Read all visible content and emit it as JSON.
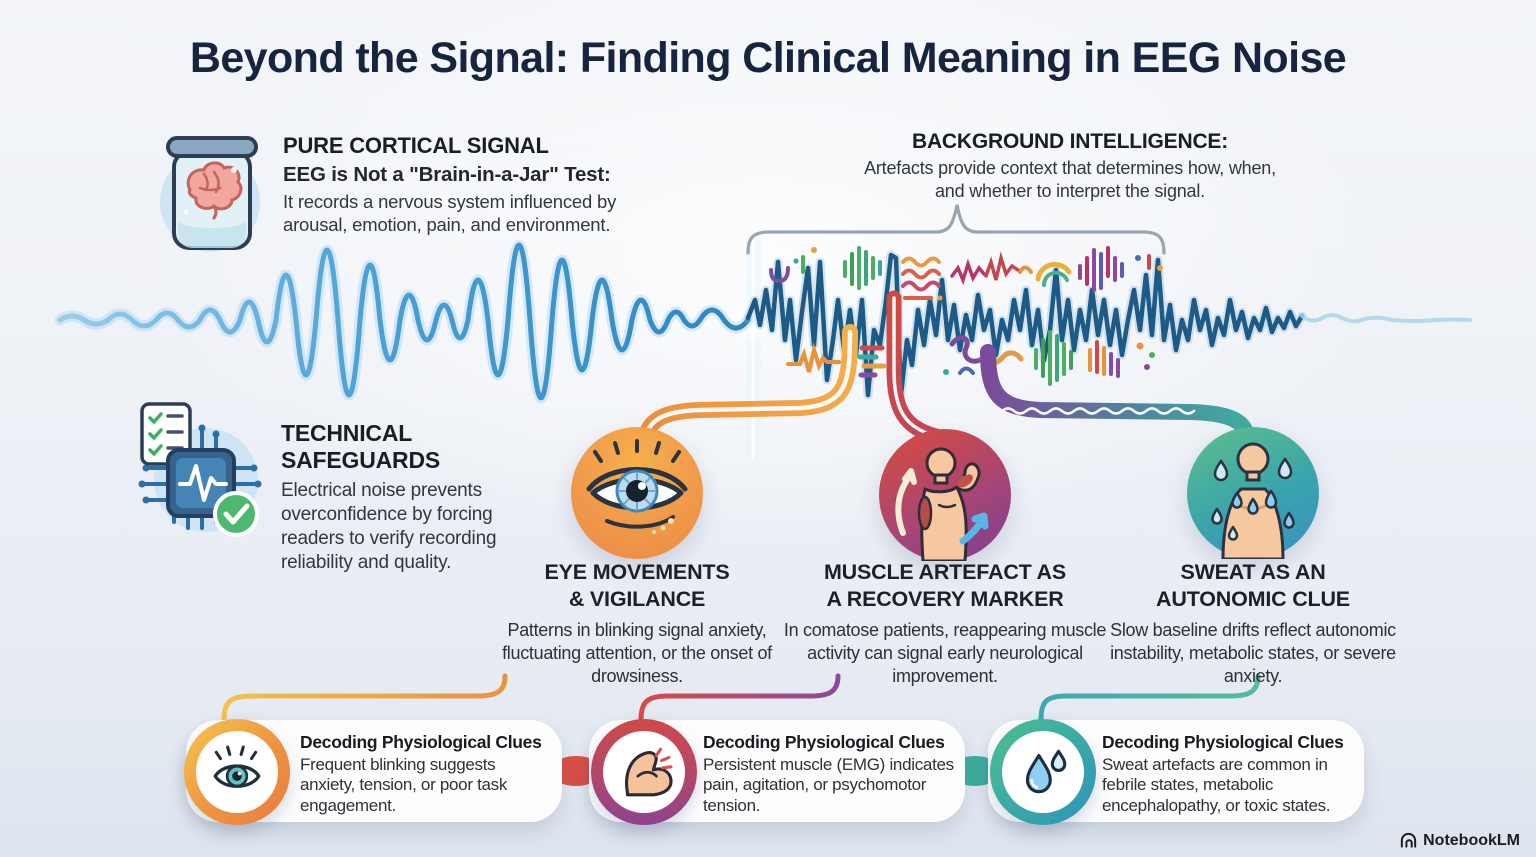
{
  "title": "Beyond the Signal: Finding Clinical Meaning in EEG Noise",
  "sections": {
    "pure_cortical_signal": {
      "icon": "brain-in-jar-icon",
      "heading": "PURE CORTICAL SIGNAL",
      "subheading": "EEG is Not a \"Brain-in-a-Jar\" Test:",
      "body": "It records a nervous system influenced by arousal, emotion, pain, and environment."
    },
    "background_intelligence": {
      "heading": "BACKGROUND INTELLIGENCE:",
      "body": "Artefacts provide context that determines how, when, and whether to interpret the signal."
    },
    "technical_safeguards": {
      "icon": "chip-checklist-icon",
      "heading": "TECHNICAL SAFEGUARDS",
      "body": "Electrical noise prevents overconfidence by forcing readers to verify recording reliability and quality."
    }
  },
  "artifact_columns": [
    {
      "icon": "eye-illustration",
      "accent": "#EE9440",
      "heading_line1": "EYE MOVEMENTS",
      "heading_line2": "& VIGILANCE",
      "body": "Patterns in blinking signal anxiety, fluctuating attention, or the onset of drowsiness."
    },
    {
      "icon": "flexing-person-illustration",
      "accent": "#B0476B",
      "heading_line1": "MUSCLE ARTEFACT AS",
      "heading_line2": "A RECOVERY MARKER",
      "body": "In comatose patients, reappearing muscle activity can signal early neurological improvement."
    },
    {
      "icon": "sweating-person-illustration",
      "accent": "#3FA8A2",
      "heading_line1": "SWEAT AS AN",
      "heading_line2": "AUTONOMIC CLUE",
      "body": "Slow baseline drifts reflect autonomic instability, metabolic states, or severe anxiety."
    }
  ],
  "cards": [
    {
      "icon": "eye-icon",
      "accent": "#EE9440",
      "title": "Decoding Physiological Clues",
      "body": "Frequent blinking suggests anxiety, tension, or poor task engagement."
    },
    {
      "icon": "bicep-icon",
      "accent": "#C2484F",
      "title": "Decoding Physiological Clues",
      "body": "Persistent muscle (EMG) indicates pain, agitation, or psychomotor tension."
    },
    {
      "icon": "water-drops-icon",
      "accent": "#3A9FB5",
      "title": "Decoding Physiological Clues",
      "body": "Sweat artefacts are common in febrile states, metabolic encephalopathy, or toxic states."
    }
  ],
  "footer": {
    "icon": "notebooklm-logo",
    "brand": "NotebookLM"
  },
  "colors": {
    "title": "#16243F",
    "clean_wave": "#3E9AD2",
    "noisy_wave": "#1E5A86",
    "brace": "#9AA5B2",
    "background": "#EEF1F6"
  }
}
